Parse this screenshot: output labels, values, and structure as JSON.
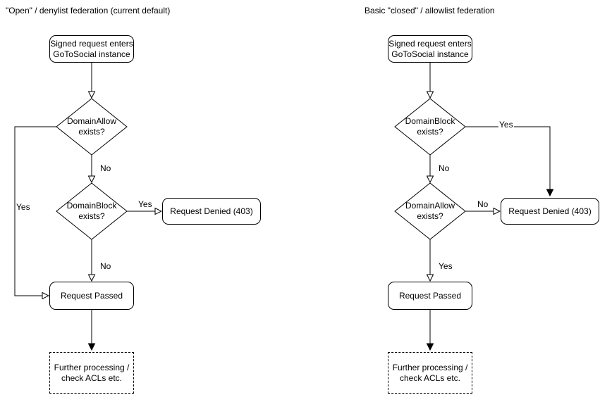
{
  "colors": {
    "stroke": "#000000",
    "background": "#ffffff",
    "text": "#000000"
  },
  "charts": {
    "left": {
      "title": "\"Open\" / denylist federation (current default)",
      "nodes": {
        "start": "Signed request enters\nGoToSocial instance",
        "decision1": "DomainAllow\nexists?",
        "decision2": "DomainBlock\nexists?",
        "denied": "Request Denied (403)",
        "passed": "Request Passed",
        "further": "Further processing /\ncheck ACLs etc."
      },
      "edge_labels": {
        "decision1_yes": "Yes",
        "decision1_no": "No",
        "decision2_yes": "Yes",
        "decision2_no": "No"
      }
    },
    "right": {
      "title": "Basic \"closed\" / allowlist federation",
      "nodes": {
        "start": "Signed request enters\nGoToSocial instance",
        "decision1": "DomainBlock\nexists?",
        "decision2": "DomainAllow\nexists?",
        "denied": "Request Denied (403)",
        "passed": "Request Passed",
        "further": "Further processing /\ncheck ACLs etc."
      },
      "edge_labels": {
        "decision1_yes": "Yes",
        "decision1_no": "No",
        "decision2_no": "No",
        "decision2_yes": "Yes"
      }
    }
  }
}
